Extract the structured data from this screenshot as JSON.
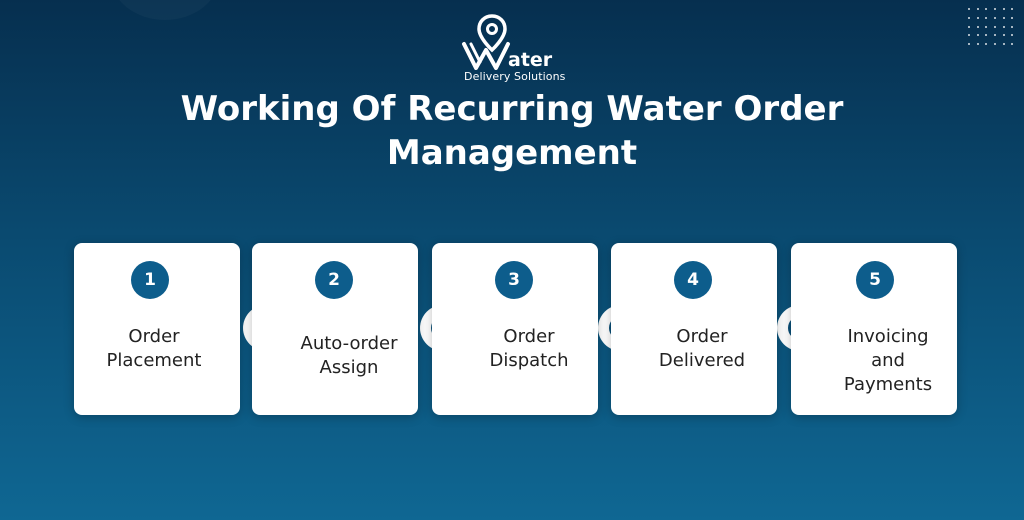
{
  "logo": {
    "brand_text": "Water",
    "tagline": "Delivery Solutions",
    "pin_icon": "location-pin-icon"
  },
  "heading": {
    "line1": "Working Of Recurring Water Order",
    "line2": "Management"
  },
  "steps": [
    {
      "number": "1",
      "line1": "Order",
      "line2": "Placement",
      "line3": ""
    },
    {
      "number": "2",
      "line1": "Auto-order",
      "line2": "Assign",
      "line3": ""
    },
    {
      "number": "3",
      "line1": "Order",
      "line2": "Dispatch",
      "line3": ""
    },
    {
      "number": "4",
      "line1": "Order",
      "line2": "Delivered",
      "line3": ""
    },
    {
      "number": "5",
      "line1": "Invoicing",
      "line2": "and",
      "line3": "Payments"
    }
  ],
  "colors": {
    "background_top": "#062f4f",
    "background_bottom": "#0f6793",
    "badge": "#0d5d8c",
    "card": "#ffffff",
    "text_dark": "#222222"
  }
}
